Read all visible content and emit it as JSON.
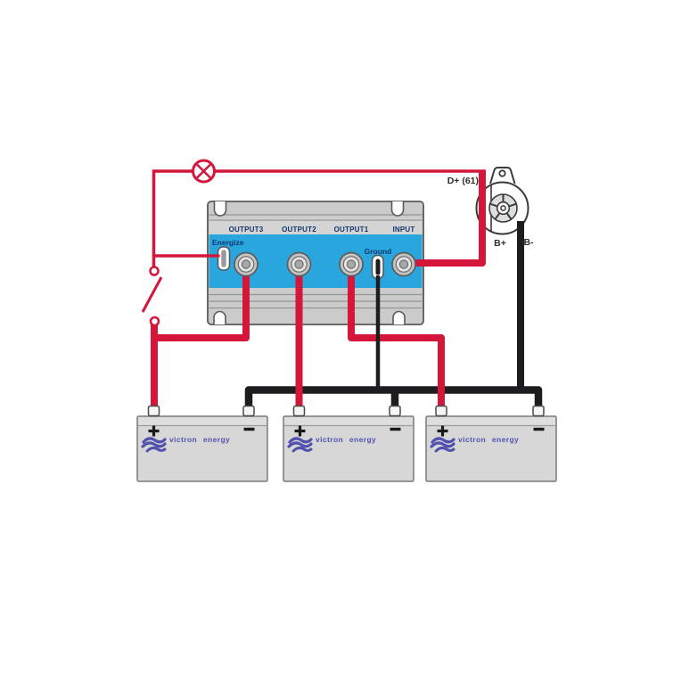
{
  "isolator": {
    "output3": "OUTPUT3",
    "output2": "OUTPUT2",
    "output1": "OUTPUT1",
    "input": "INPUT",
    "energize": "Energize",
    "ground": "Ground"
  },
  "alternator": {
    "d_plus": "D+ (61)",
    "b_plus": "B+",
    "b_minus": "B-"
  },
  "batteries": [
    {
      "brand": "victron energy"
    },
    {
      "brand": "victron energy"
    },
    {
      "brand": "victron energy"
    }
  ],
  "colors": {
    "positive_wire": "#d5163b",
    "negative_wire": "#1d1d1f",
    "isolator_blue": "#2aa6de",
    "label_navy": "#14366e",
    "brand_purple": "#5252ae"
  }
}
